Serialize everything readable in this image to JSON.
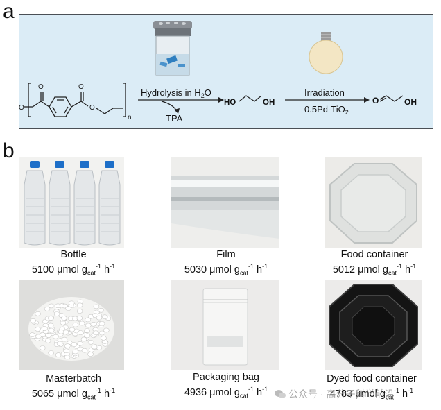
{
  "panels": {
    "a": "a",
    "b": "b"
  },
  "scheme": {
    "step1_label": "Hydrolysis in H",
    "step1_sub": "2",
    "step1_label_end": "O",
    "byproduct": "TPA",
    "intermediate_ho": "HO",
    "intermediate_oh": "OH",
    "step2_label": "Irradiation",
    "catalyst_prefix": "0.5Pd-TiO",
    "catalyst_sub": "2",
    "product_o": "O",
    "product_oh": "OH",
    "repeat_subscript": "n",
    "ester_o_top1": "O",
    "ester_o_top2": "O",
    "ester_o_link1": "O",
    "ester_o_link2": "O"
  },
  "samples": [
    {
      "name": "Bottle",
      "rate_value": "5100",
      "unit_prefix": "μmol g",
      "unit_sub": "cat",
      "unit_sup1": "-1",
      "unit_h": "h",
      "unit_sup2": "-1"
    },
    {
      "name": "Film",
      "rate_value": "5030",
      "unit_prefix": "μmol g",
      "unit_sub": "cat",
      "unit_sup1": "-1",
      "unit_h": "h",
      "unit_sup2": "-1"
    },
    {
      "name": "Food container",
      "rate_value": "5012",
      "unit_prefix": "μmol g",
      "unit_sub": "cat",
      "unit_sup1": "-1",
      "unit_h": "h",
      "unit_sup2": "-1"
    },
    {
      "name": "Masterbatch",
      "rate_value": "5065",
      "unit_prefix": "μmol g",
      "unit_sub": "cat",
      "unit_sup1": "-1",
      "unit_h": "h",
      "unit_sup2": "-1"
    },
    {
      "name": "Packaging bag",
      "rate_value": "4936",
      "unit_prefix": "μmol g",
      "unit_sub": "cat",
      "unit_sup1": "-1",
      "unit_h": "h",
      "unit_sup2": "-1"
    },
    {
      "name": "Dyed food container",
      "rate_value": "4783",
      "unit_prefix": "μmol g",
      "unit_sub": "cat",
      "unit_sup1": "-1",
      "unit_h": "h",
      "unit_sup2": "-1"
    }
  ],
  "watermark": "公众号 · 高分子科学前沿",
  "colors": {
    "scheme_bg": "#dbecf6",
    "scheme_border": "#4a4f55",
    "bottle_cap": "#1e6fc8",
    "tray_black": "#141414"
  }
}
